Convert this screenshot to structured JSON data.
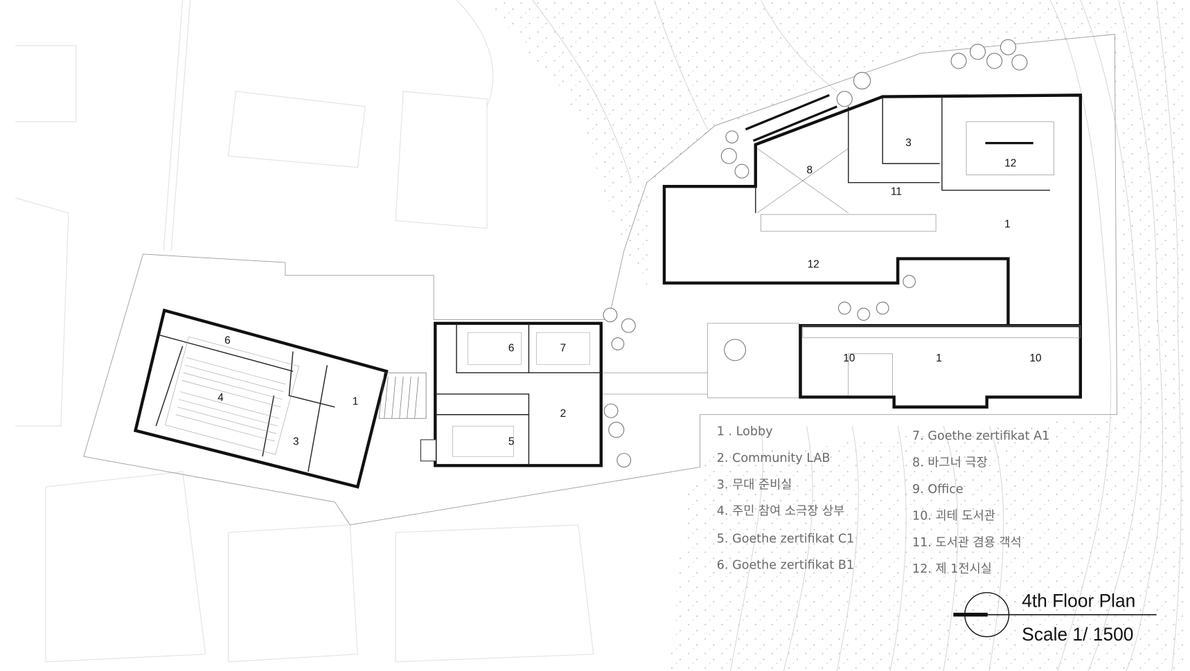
{
  "plan_labels": {
    "left": [
      "6",
      "4",
      "1",
      "3"
    ],
    "middle": [
      "6",
      "7",
      "2",
      "5"
    ],
    "right": [
      "8",
      "3",
      "12",
      "11",
      "1",
      "12",
      "10",
      "1",
      "10"
    ]
  },
  "legend": {
    "col1": [
      "1 . Lobby",
      "2. Community LAB",
      "3. 무대 준비실",
      "4. 주민 참여 소극장 상부",
      "5. Goethe zertifikat C1",
      "6. Goethe zertifikat B1"
    ],
    "col2": [
      "7. Goethe zertifikat A1",
      "8. 바그너 극장",
      "9. Office",
      "10. 괴테 도서관",
      "11. 도서관 겸용 객석",
      "12. 제 1전시실"
    ]
  },
  "title": {
    "name": "4th Floor Plan",
    "scale": "Scale 1/ 1500"
  }
}
